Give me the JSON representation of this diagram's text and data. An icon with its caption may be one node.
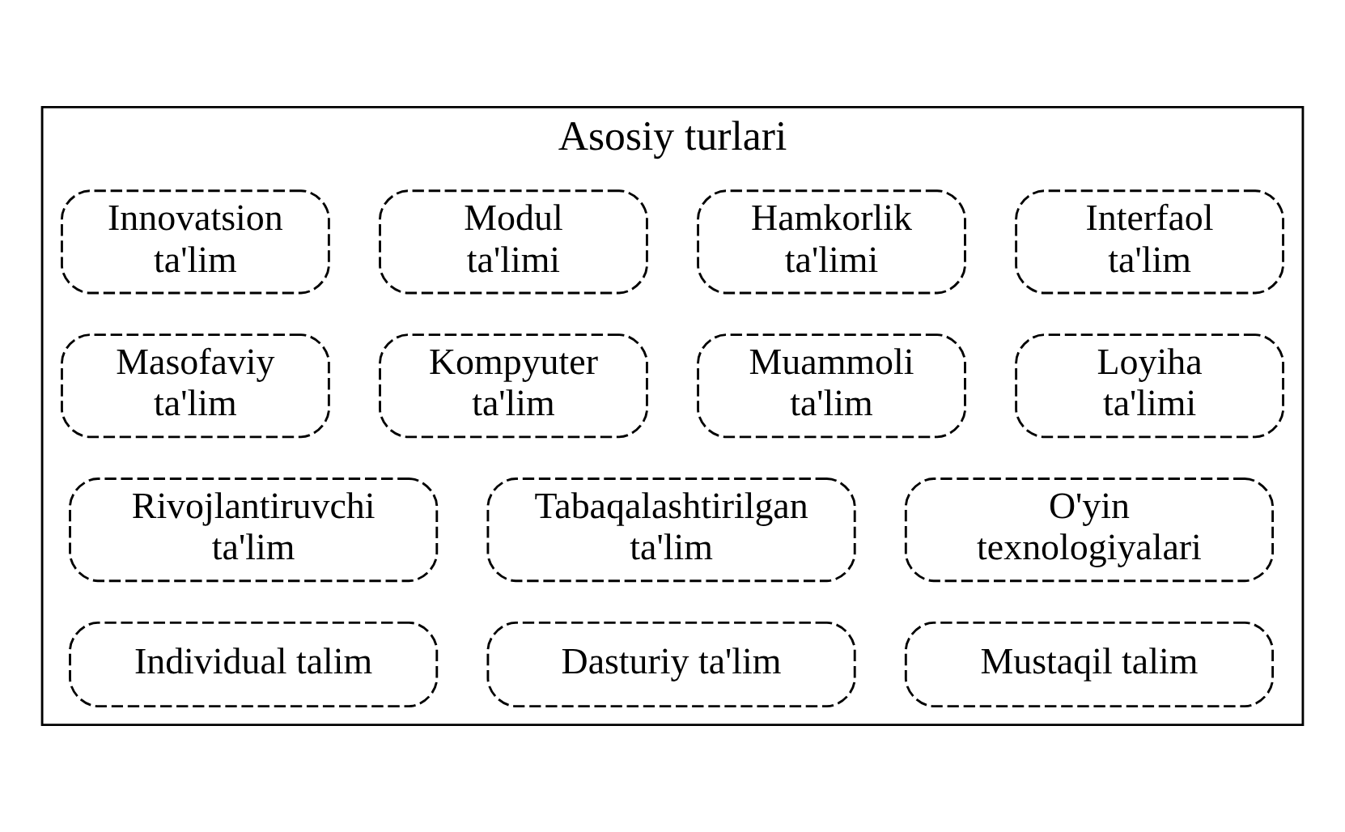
{
  "diagram": {
    "nodes": [
      {
        "text": [
          "Asosiy turlari"
        ]
      },
      {
        "text": [
          "Innovatsion ta'lim"
        ],
        "in": 0
      },
      {
        "text": [
          "Modul ta'limi"
        ],
        "in": 0
      },
      {
        "text": [
          "Hamkorlik ta'limi"
        ],
        "in": 0
      },
      {
        "text": [
          "Interfaol ta'lim"
        ],
        "in": 0
      },
      {
        "text": [
          "Masofaviy ta'lim"
        ],
        "in": 0
      },
      {
        "text": [
          "Kompyuter ta'lim"
        ],
        "in": 0
      },
      {
        "text": [
          "Muammoli ta'lim"
        ],
        "in": 0
      },
      {
        "text": [
          "Loyiha ta'limi"
        ],
        "in": 0
      },
      {
        "text": [
          "Rivojlantiruvchi ta'lim"
        ],
        "in": 0
      },
      {
        "text": [
          "Tabaqalashtirilgan ta'lim"
        ],
        "in": 0
      },
      {
        "text": [
          "O'yin texnologiyalari"
        ],
        "in": 0
      },
      {
        "text": [
          "Individual talim"
        ],
        "in": 0
      },
      {
        "text": [
          "Dasturiy ta'lim"
        ],
        "in": 0
      },
      {
        "text": [
          "Mustaqil talim"
        ],
        "in": 0
      }
    ],
    "edges": []
  }
}
